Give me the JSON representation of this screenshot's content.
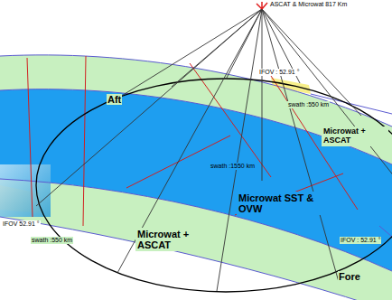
{
  "diagram": {
    "nodes": [
      {
        "text": [
          "Microwat + ASCAT"
        ]
      },
      {
        "text": [
          "Microwat SST & OVW"
        ]
      },
      {
        "text": [
          "Microwat + ASCAT"
        ]
      }
    ],
    "labels": [
      "ASCAT & Microwat 817 Km",
      "Aft",
      "IFOV : 52.91 °",
      "swath :550 km",
      "IFOV 52.91 °",
      "swath :550 km",
      "swath :1550 km",
      "IFOV : 52.91 °",
      "Fore"
    ]
  }
}
